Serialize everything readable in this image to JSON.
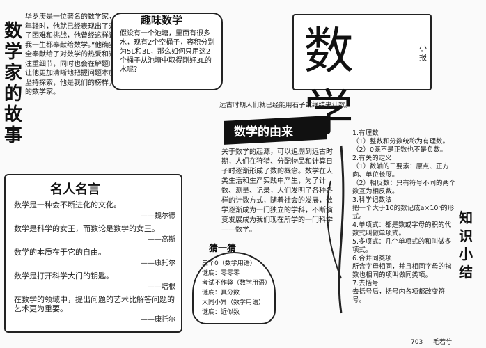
{
  "left_title": "数学家的故事",
  "left_story": "华罗庚是一位著名的数学家，他出生于一个贫穷的家庭，但在年轻时，他就已经表现出了对数学的浓厚兴趣和天赋。他克服了困难和挑战，他曾经这样说过：“我的目标很简单，就是把我一生都奉献给数学。”他确实是这样做的，他把自己的生涯完全奉献给了对数学的热爱和追求。在他成长的过程中，他非常注重细节，同时也会在解题时使用特殊的技巧，他的思考方式让他更加清晰地把握问题本质，他的这种精神值得我们学习，坚持探索，他是我们的榜样，对数学充满热爱，成为一位杰出的数学家。",
  "fun": {
    "title": "趣味数学",
    "text": "假设有一个池塘，里面有很多水，现有2个空桶子，容积分别为5L和3L，那么如何只用这2个桶子从池塘中取得刚好3L的水呢？"
  },
  "math_banner": {
    "big": "数学",
    "side": "小报"
  },
  "origin": {
    "title": "数学的由来",
    "intro": "远古时期人们就已经能用石子或绳结来计数。",
    "text": "关于数学的起源，可以追溯到远古时期，人们在狩猎、分配物品和计算日子时逐渐形成了数的概念。数学在人类生活和生产实践中产生，为了计数、测量、记录，人们发明了各种各样的计数方式，随着社会的发展，数学逐渐成为一门独立的学科，不断演变发展成为我们现在所学的一门科学——数学。"
  },
  "famous": {
    "title": "名人名言",
    "quotes": [
      {
        "text": "数学是一种会不断进化的文化。",
        "author": "——魏尔德"
      },
      {
        "text": "数学是科学的女王，而数论是数学的女王。",
        "author": "——高斯"
      },
      {
        "text": "数学的本质在于它的自由。",
        "author": "——康托尔"
      },
      {
        "text": "数学是打开科学大门的钥匙。",
        "author": "——培根"
      },
      {
        "text": "在数学的领域中，提出问题的艺术比解答问题的艺术更为重要。",
        "author": "——康托尔"
      }
    ]
  },
  "riddle": {
    "title": "猜一猜",
    "items": [
      "三个0（数学用语）",
      "谜底：零零零",
      "考试不作弊（数学用语）",
      "谜底：真分数",
      "大同小异（数学用语）",
      "谜底：近似数"
    ]
  },
  "knowledge": {
    "title": "知识小结",
    "text": "1.有理数\n（1）整数和分数统称为有理数。\n（2）0既不是正数也不是负数。\n2.有关的定义\n（1）数轴的三要素：原点、正方向、单位长度。\n（2）相反数：只有符号不同的两个数互为相反数。\n3.科学记数法\n把一个大于10的数记成a×10ⁿ的形式。\n4.单项式：都是数或字母的积的代数式叫做单项式。\n5.多项式：几个单项式的和叫做多项式。\n6.合并同类项\n所含字母相同，并且相同字母的指数也相同的项叫做同类项。\n7.去括号\n去括号后，括号内各项都改变符号。"
  },
  "footer": {
    "class": "703",
    "name": "毛若兮"
  }
}
